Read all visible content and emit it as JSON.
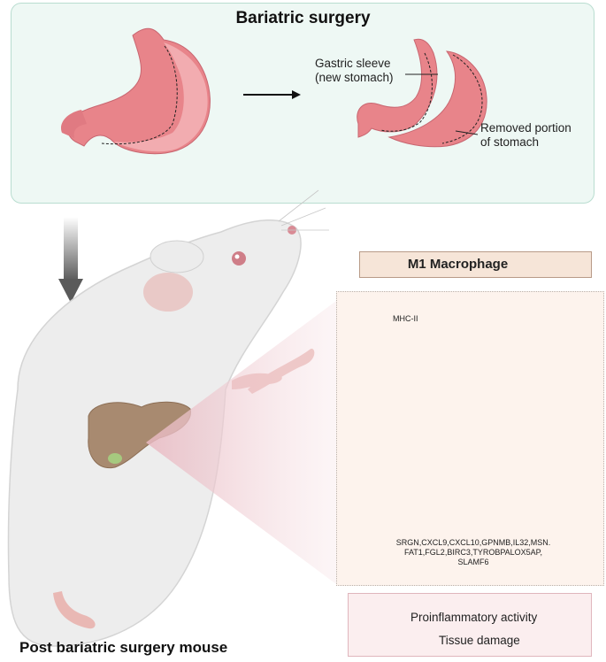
{
  "top_panel": {
    "title": "Bariatric surgery",
    "gastric_sleeve_line1": "Gastric sleeve",
    "gastric_sleeve_line2": "(new stomach)",
    "removed_line1": "Removed portion",
    "removed_line2": "of stomach"
  },
  "m1": {
    "title": "M1 Macrophage",
    "marker": "MHC-II",
    "genes": [
      "SRGN,CXCL9,CXCL10,GPNMB,IL32,MSN.",
      "FAT1,FGL2,BIRC3,TYROBPALOX5AP,",
      "SLAMF6"
    ]
  },
  "effects": {
    "line1": "Proinflammatory activity",
    "line2": "Tissue damage"
  },
  "bottom_title": "Post bariatric surgery mouse",
  "colors": {
    "panel_bg": "#eef8f4",
    "stomach": "#e8848a",
    "arrow_down": "#c8464e",
    "cell": "#f2cdb5"
  }
}
